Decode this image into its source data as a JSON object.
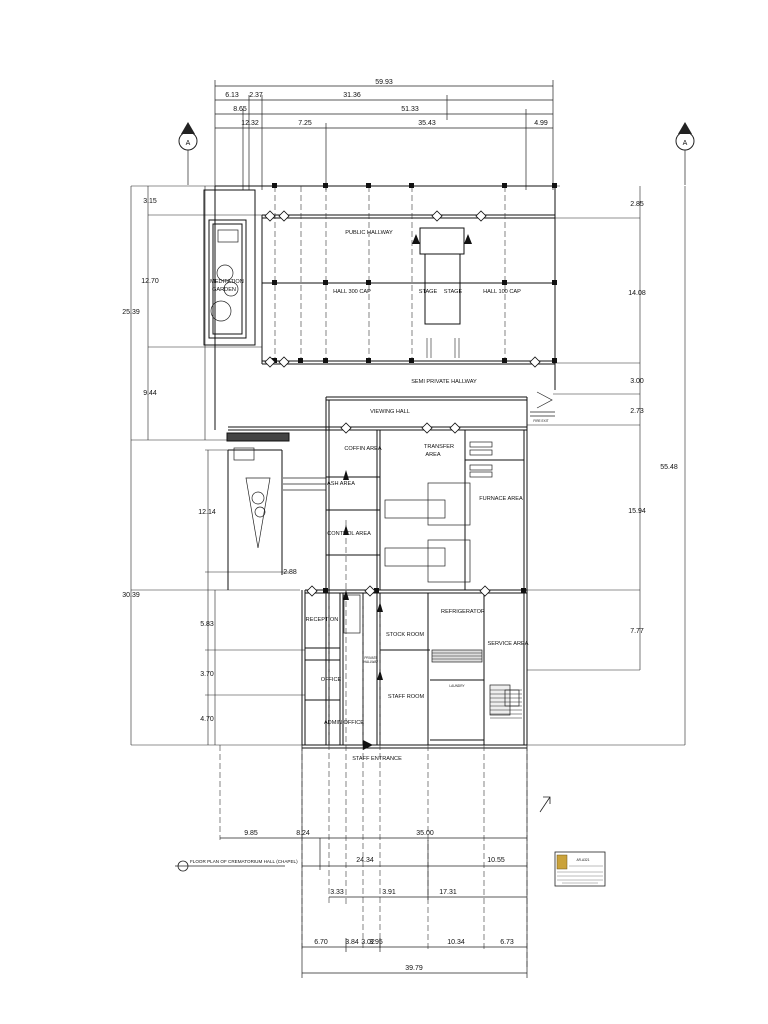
{
  "section_marker": {
    "letter": "A"
  },
  "dims_top": {
    "d1": "59.93",
    "d2": "6.13",
    "d3": "2.37",
    "d4": "31.36",
    "d5": "8.65",
    "d6": "51.33",
    "d7": "12.32",
    "d8": "7.25",
    "d9": "35.43",
    "d10": "4.99"
  },
  "dims_left": {
    "d1": "3.15",
    "d2": "12.70",
    "d3": "25.39",
    "d4": "9.44",
    "d5": "12.14",
    "d6": "30.39",
    "d7": "5.83",
    "d8": "3.70",
    "d9": "4.70",
    "d10": "2.88"
  },
  "dims_right": {
    "d1": "2.85",
    "d2": "14.08",
    "d3": "3.00",
    "d4": "2.73",
    "d5": "55.48",
    "d6": "15.94",
    "d7": "7.77"
  },
  "dims_bottom": {
    "d1": "9.85",
    "d2": "8.24",
    "d3": "35.00",
    "d4": "24.34",
    "d5": "10.55",
    "d6": "3.33",
    "d7": "3.91",
    "d8": "17.31",
    "d9": "6.70",
    "d10": "3.84",
    "d11": "3.02",
    "d12": "3.95",
    "d13": "10.34",
    "d14": "6.73",
    "d15": "39.79"
  },
  "rooms": {
    "public_hallway": "PUBLIC HALLWAY",
    "meditation": "MEDITATION",
    "garden": "GARDEN",
    "hall_300": "HALL 300 CAP",
    "stage_1": "STAGE",
    "stage_2": "STAGE",
    "hall_100": "HALL 100 CAP",
    "semi_private_hallway": "SEMI PRIVATE HALLWAY",
    "viewing_hall": "VIEWING HALL",
    "coffin_area": "COFFIN AREA",
    "transfer": "TRANSFER",
    "transfer_area": "AREA",
    "ash_area": "ASH AREA",
    "furnace_area": "FURNACE AREA",
    "control_area": "CONTROL AREA",
    "reception": "RECEPTION",
    "refrigerator": "REFRIGERATOR",
    "stock_room": "STOCK ROOM",
    "service_area": "SERVICE AREA",
    "private_hallway_1": "PRIVATE",
    "private_hallway_2": "HALLWAY",
    "office": "OFFICE",
    "staff_room": "STAFF ROOM",
    "admin_office": "ADMIN OFFICE",
    "staff_entrance": "STAFF ENTRANCE",
    "fire_exit": "FIRE EXIT",
    "laundry": "LAUNDRY"
  },
  "caption": {
    "title": "FLOOR PLAN OF CREMATORIUM  HALL (CHAPEL)"
  },
  "title_block": {
    "sheet": "AR-A321"
  }
}
